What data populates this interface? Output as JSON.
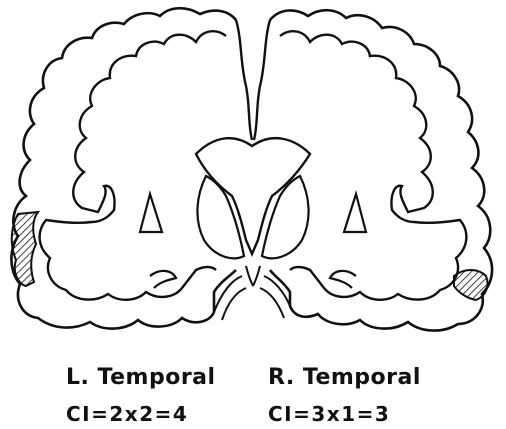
{
  "captions": {
    "left": {
      "label": "L. Temporal",
      "formula": "CI=2x2=4"
    },
    "right": {
      "label": "R. Temporal",
      "formula": "CI=3x1=3"
    }
  },
  "legend": {
    "lesion_marker": "hatched area"
  }
}
